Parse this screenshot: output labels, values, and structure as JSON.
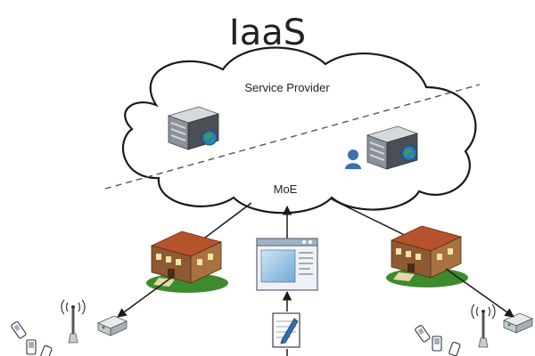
{
  "diagram": {
    "title": "IaaS",
    "cloud_top_label": "Service Provider",
    "cloud_bottom_label": "MoE"
  },
  "icons": {
    "server": "server-icon",
    "globe": "globe-icon",
    "user": "user-icon",
    "building": "building-icon",
    "browser": "browser-window-icon",
    "document": "document-edit-icon",
    "antenna": "wireless-antenna-icon",
    "router": "router-icon",
    "phone": "mobile-phone-icon",
    "pda": "pda-icon"
  },
  "colors": {
    "cloud_stroke": "#1a1a1a",
    "line": "#1a1a1a",
    "dashed": "#555555",
    "server_dark": "#4a4e57",
    "server_mid": "#8c929c",
    "server_light": "#d6d9de",
    "globe": "#2e7bc4",
    "globe_land": "#38a047",
    "user": "#3f6fae",
    "roof": "#b6532c",
    "wall": "#8d5a34",
    "lawn": "#3e8a2e",
    "window_blue": "#6fa9d6"
  }
}
